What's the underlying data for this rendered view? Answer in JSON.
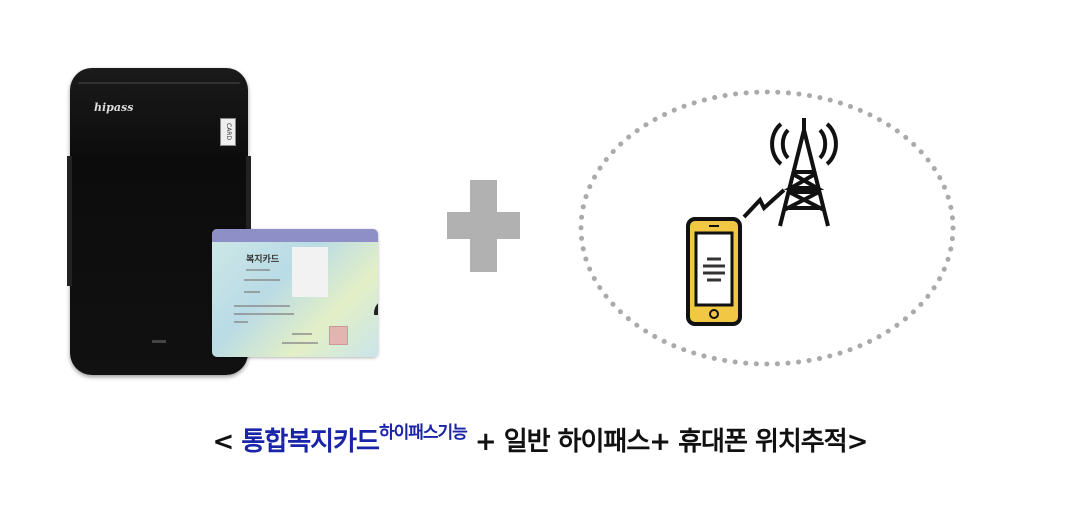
{
  "device": {
    "logo": "hipass",
    "slot_label": "CARD"
  },
  "welfare_card": {
    "title": "복지카드",
    "band_color": "#8f8fc8"
  },
  "plus_sign": {
    "icon": "plus-icon",
    "color": "#b1b1b1"
  },
  "tracking_illustration": {
    "phone_color": "#f2c744",
    "icons": [
      "smartphone-icon",
      "signal-bolt-icon",
      "cell-tower-icon"
    ]
  },
  "caption": {
    "open": "<",
    "part1": "통합복지카드",
    "part1_sup": "하이패스기능",
    "plus1": "+",
    "part2": "일반 하이패스",
    "plus2": "+",
    "part3": "휴대폰 위치추적",
    "close": ">",
    "accent_color": "#1a24a8"
  }
}
